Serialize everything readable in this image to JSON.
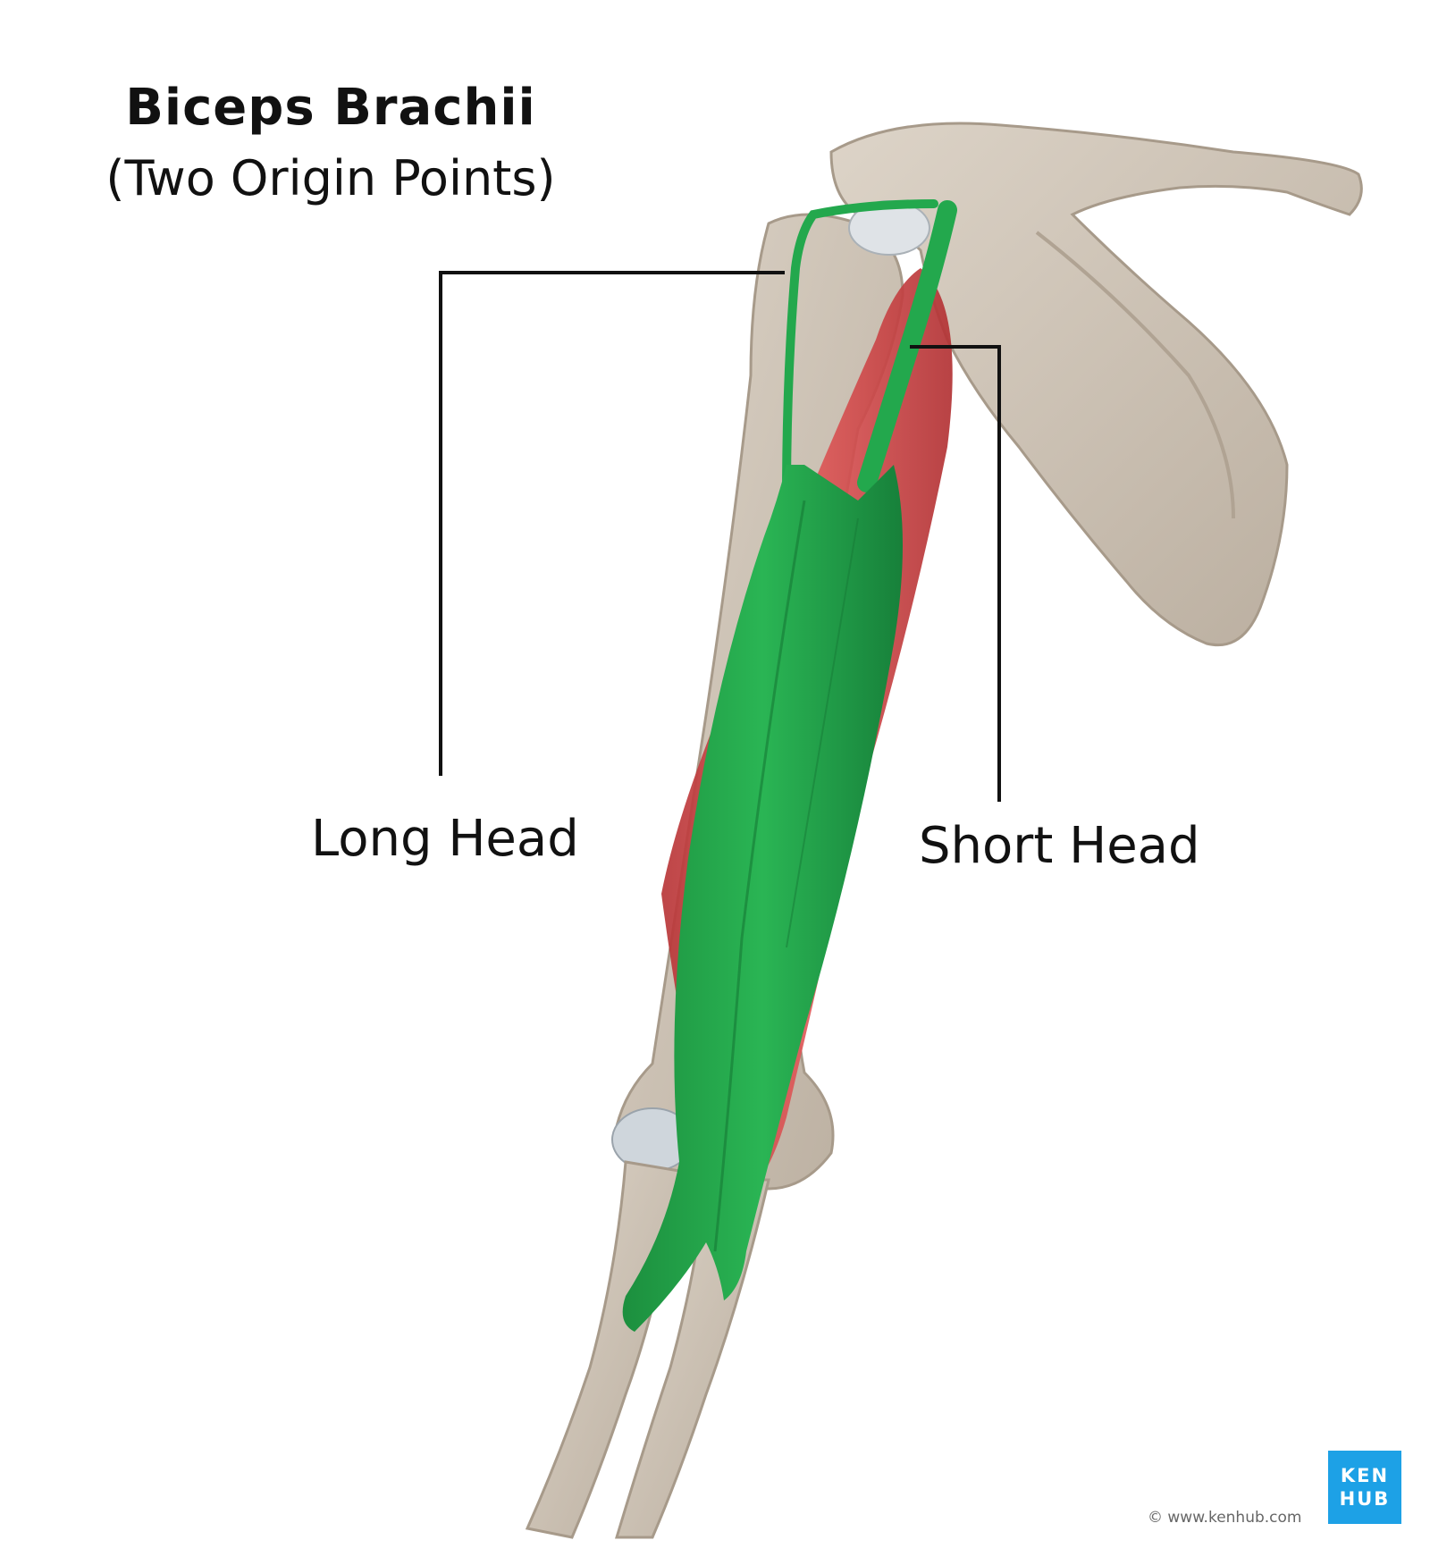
{
  "title": {
    "main": "Biceps Brachii",
    "sub": "(Two Origin Points)"
  },
  "labels": {
    "long_head": "Long Head",
    "short_head": "Short Head"
  },
  "logo": {
    "line1": "KEN",
    "line2": "HUB",
    "color": "#1da1e6"
  },
  "copyright": "© www.kenhub.com",
  "colors": {
    "bone": "#cfc5b8",
    "muscle_green": "#22a64a",
    "muscle_red": "#d3484a",
    "leader_line": "#111111"
  }
}
